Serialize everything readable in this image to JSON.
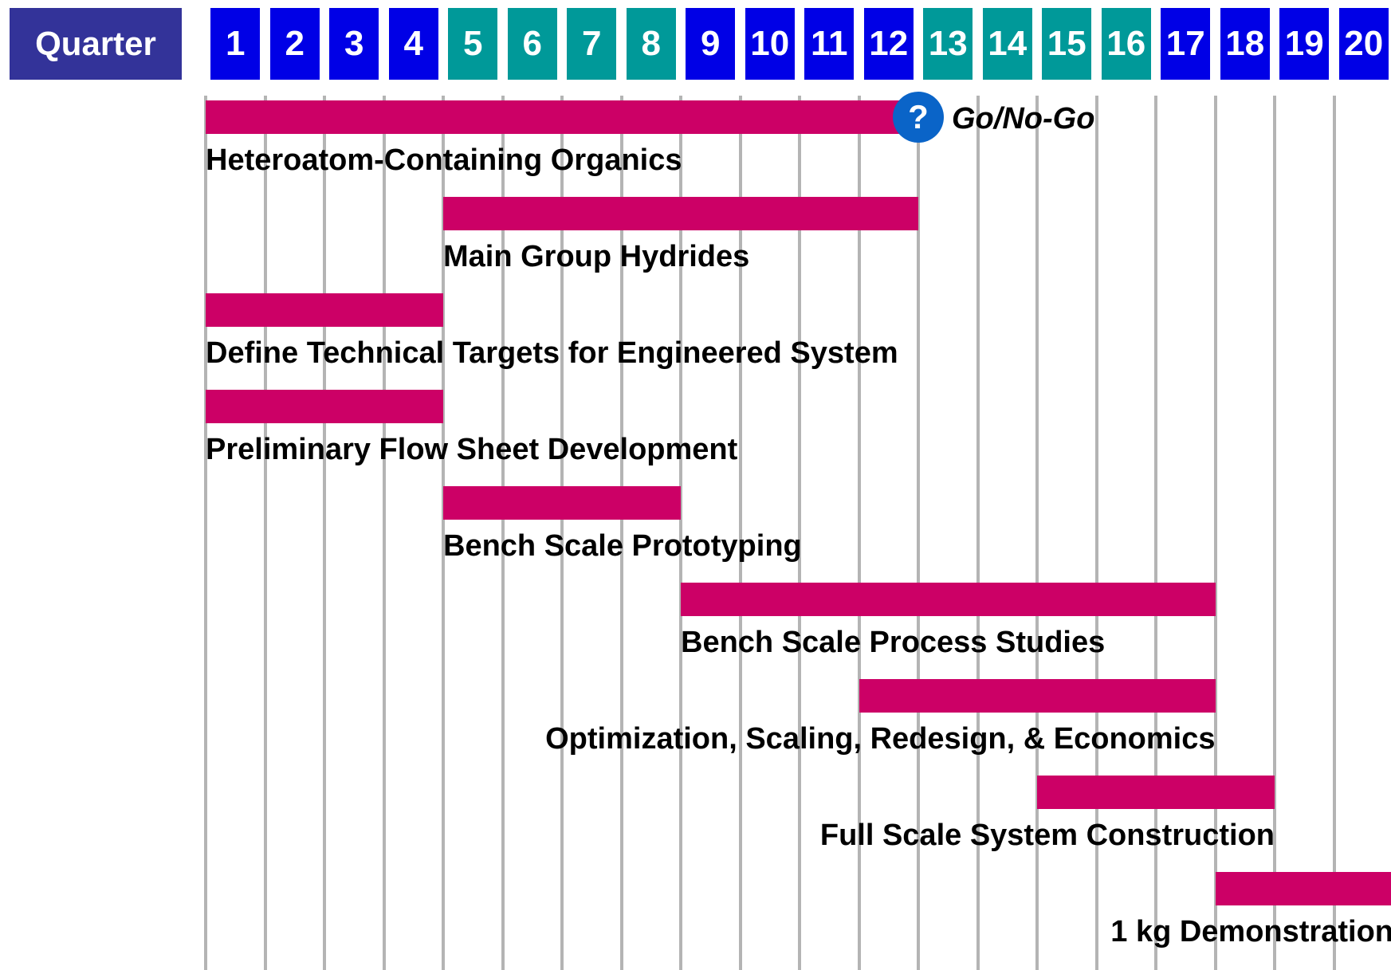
{
  "chart_data": {
    "type": "gantt",
    "header_label": "Quarter",
    "quarters": [
      "1",
      "2",
      "3",
      "4",
      "5",
      "6",
      "7",
      "8",
      "9",
      "10",
      "11",
      "12",
      "13",
      "14",
      "15",
      "16",
      "17",
      "18",
      "19",
      "20"
    ],
    "quarter_colors": [
      "#0000e6",
      "#0000e6",
      "#0000e6",
      "#0000e6",
      "#009999",
      "#009999",
      "#009999",
      "#009999",
      "#0000e6",
      "#0000e6",
      "#0000e6",
      "#0000e6",
      "#009999",
      "#009999",
      "#009999",
      "#009999",
      "#0000e6",
      "#0000e6",
      "#0000e6",
      "#0000e6"
    ],
    "header_label_color": "#333399",
    "bar_color": "#cc0066",
    "gridline_color": "#b4b4b4",
    "tasks": [
      {
        "label": "Heteroatom-Containing Organics",
        "start": 0,
        "end": 12,
        "label_align": "left"
      },
      {
        "label": "Main Group Hydrides",
        "start": 4,
        "end": 12,
        "label_align": "left"
      },
      {
        "label": "Define Technical Targets for Engineered System",
        "start": 0,
        "end": 4,
        "label_align": "left"
      },
      {
        "label": "Preliminary Flow Sheet Development",
        "start": 0,
        "end": 4,
        "label_align": "left"
      },
      {
        "label": "Bench Scale Prototyping",
        "start": 4,
        "end": 8,
        "label_align": "left"
      },
      {
        "label": "Bench Scale Process Studies",
        "start": 8,
        "end": 17,
        "label_align": "left"
      },
      {
        "label": "Optimization, Scaling, Redesign, & Economics",
        "start": 11,
        "end": 17,
        "label_align": "right"
      },
      {
        "label": "Full Scale System Construction",
        "start": 14,
        "end": 18,
        "label_align": "right"
      },
      {
        "label": "1 kg Demonstration",
        "start": 17,
        "end": 20,
        "label_align": "right"
      }
    ],
    "milestone": {
      "symbol": "?",
      "label": "Go/No-Go",
      "at": 12,
      "task_index": 0,
      "color": "#0a64c8"
    }
  }
}
